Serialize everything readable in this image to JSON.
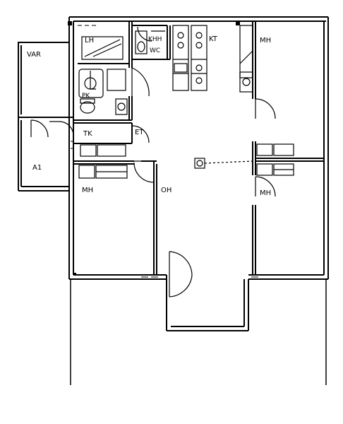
{
  "floor_plan": {
    "room_labels": {
      "var": "VAR",
      "lh": "LH",
      "khh": "KHH",
      "wc": "WC",
      "kt": "KT",
      "mh_top_right": "MH",
      "pk": "PK",
      "tk": "TK",
      "et": "ET",
      "a1": "A1",
      "mh_left": "MH",
      "oh": "OH",
      "mh_right": "MH"
    }
  }
}
